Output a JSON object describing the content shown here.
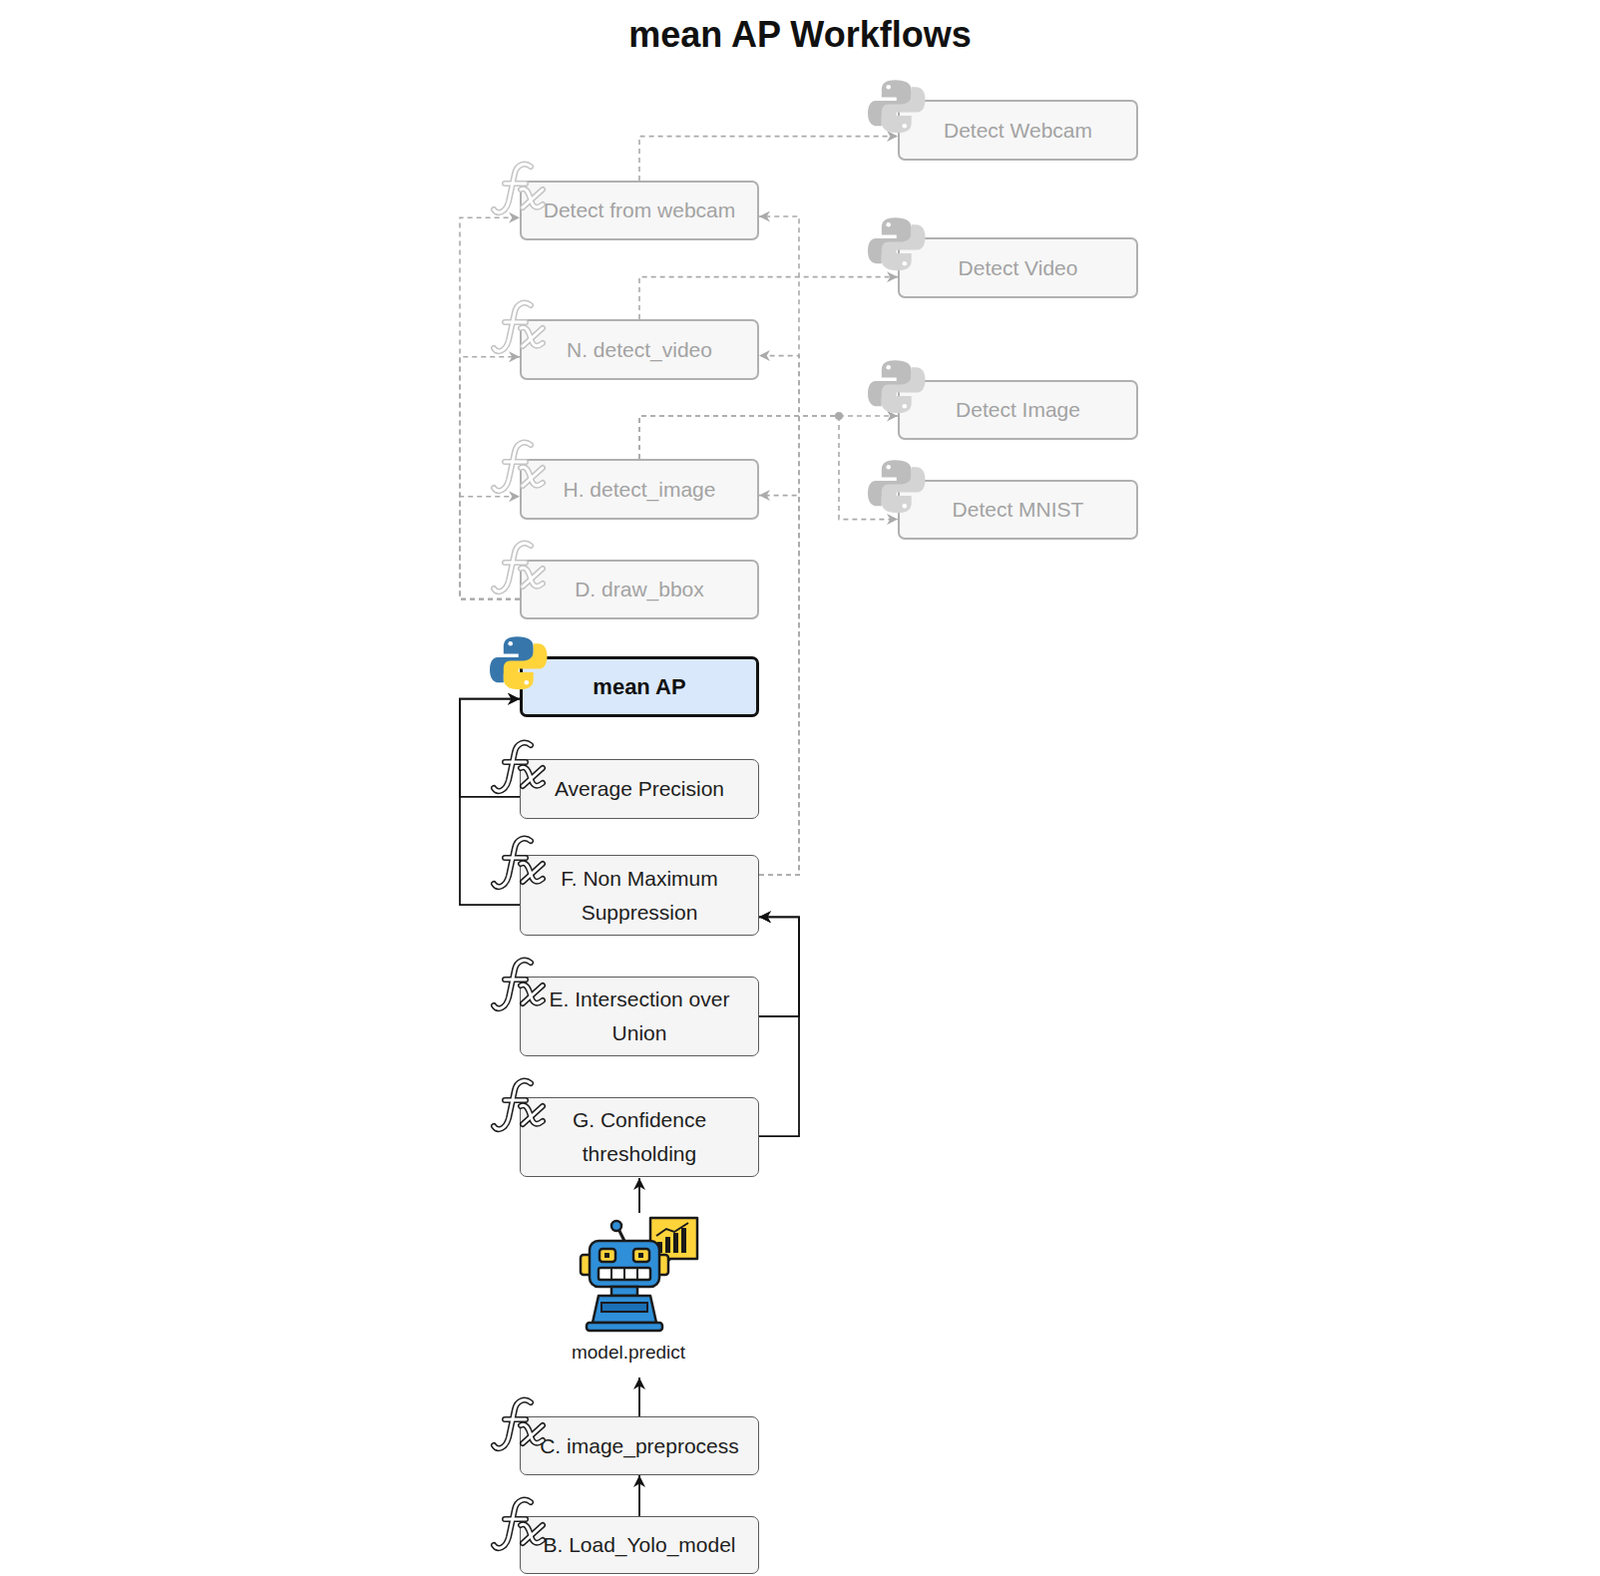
{
  "diagram": {
    "title": "mean AP Workflows",
    "nodes": [
      {
        "text": [
          "Detect Webcam"
        ]
      },
      {
        "text": [
          "Detect from webcam"
        ]
      },
      {
        "text": [
          "Detect Video"
        ]
      },
      {
        "text": [
          "N. detect_video"
        ]
      },
      {
        "text": [
          "Detect Image"
        ]
      },
      {
        "text": [
          "H. detect_image"
        ]
      },
      {
        "text": [
          "Detect MNIST"
        ]
      },
      {
        "text": [
          "D. draw_bbox"
        ]
      },
      {
        "text": [
          "mean AP"
        ]
      },
      {
        "text": [
          "Average Precision"
        ]
      },
      {
        "text": [
          "F. Non Maximum Suppression"
        ]
      },
      {
        "text": [
          "E. Intersection over Union"
        ]
      },
      {
        "text": [
          "G. Confidence thresholding"
        ]
      },
      {
        "text": [
          "C. image_preprocess"
        ]
      },
      {
        "text": [
          "B. Load_Yolo_model"
        ]
      }
    ],
    "edges": [
      {
        "from": 1,
        "to": 0,
        "arrow": "to"
      },
      {
        "from": 3,
        "to": 2,
        "arrow": "to"
      },
      {
        "from": 5,
        "to": 4,
        "arrow": "to"
      },
      {
        "from": 5,
        "to": 6,
        "arrow": "to"
      },
      {
        "from": 7,
        "to": 1,
        "arrow": "to"
      },
      {
        "from": 7,
        "to": 3,
        "arrow": "to"
      },
      {
        "from": 7,
        "to": 5,
        "arrow": "to"
      },
      {
        "from": 10,
        "to": 1,
        "arrow": "to"
      },
      {
        "from": 10,
        "to": 3,
        "arrow": "to"
      },
      {
        "from": 10,
        "to": 5,
        "arrow": "to"
      },
      {
        "from": 12,
        "to": 10,
        "arrow": "to"
      },
      {
        "from": 11,
        "to": 10,
        "arrow": "to"
      },
      {
        "from": 10,
        "to": 8,
        "arrow": "to"
      },
      {
        "from": 9,
        "to": 8,
        "arrow": "to"
      },
      {
        "from": 14,
        "to": 13,
        "arrow": "to"
      }
    ],
    "labels": [
      "model.predict"
    ]
  }
}
